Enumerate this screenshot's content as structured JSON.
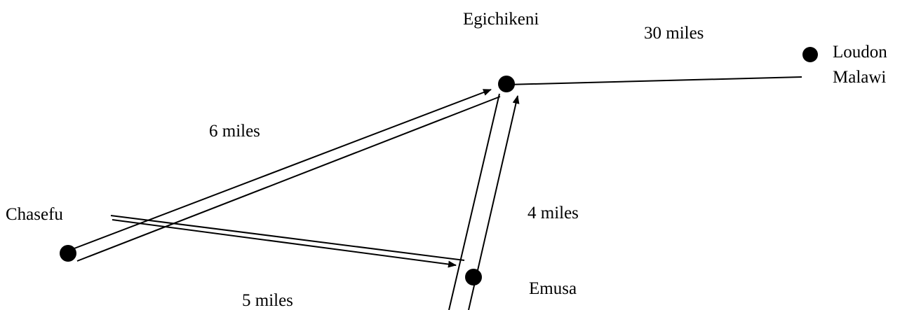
{
  "places": {
    "egichikeni": "Egichikeni",
    "loudon_malawi_line1": "Loudon",
    "loudon_malawi_line2": "Malawi",
    "chasefu": "Chasefu",
    "emusa": "Emusa"
  },
  "distances": {
    "egichikeni_loudon": "30 miles",
    "chasefu_egichikeni": "6 miles",
    "emusa_egichikeni": "4 miles",
    "chasefu_emusa": "5 miles"
  },
  "colors": {
    "ink": "#000000",
    "background": "#ffffff"
  }
}
